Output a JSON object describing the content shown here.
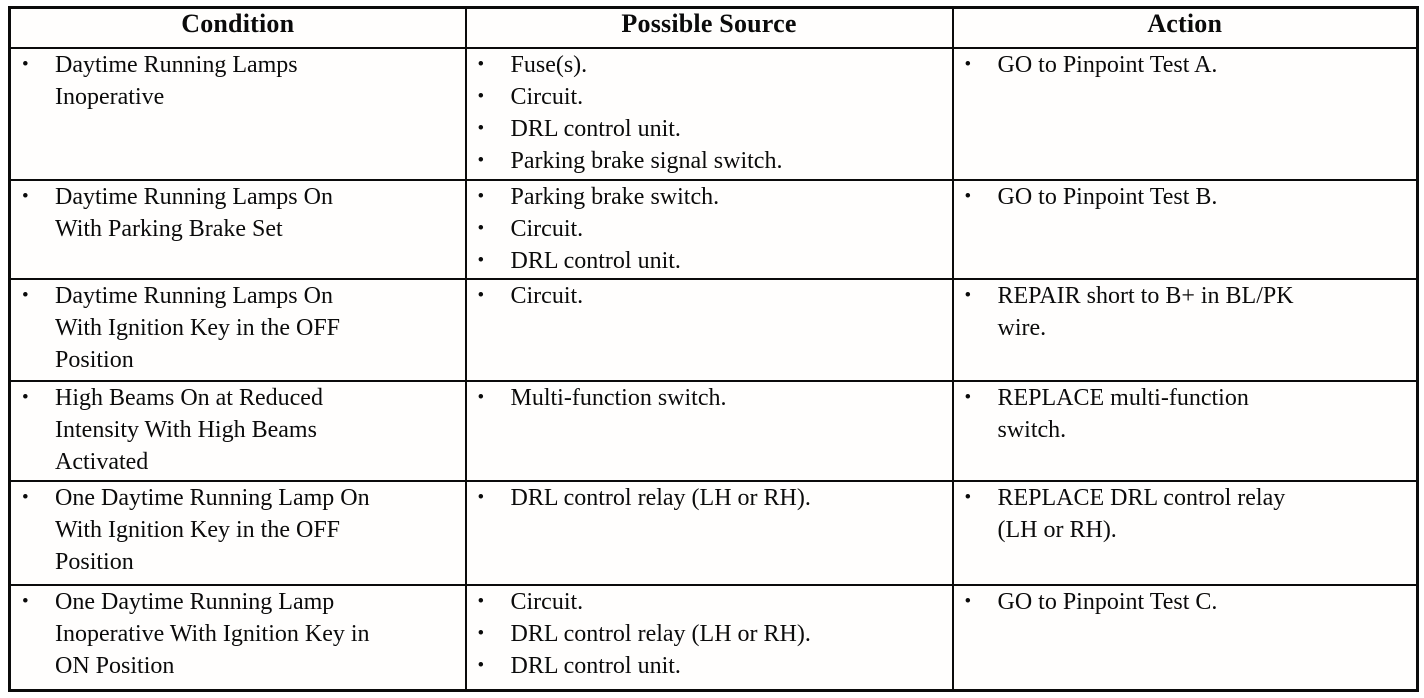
{
  "glyphs": {
    "bullet": "•"
  },
  "table": {
    "headers": [
      "Condition",
      "Possible Source",
      "Action"
    ],
    "rows": [
      {
        "condition": "Daytime Running Lamps Inoperative",
        "sources": [
          "Fuse(s).",
          "Circuit.",
          "DRL control unit.",
          "Parking brake signal switch."
        ],
        "action": "GO to Pinpoint Test A."
      },
      {
        "condition": "Daytime Running Lamps On With Parking Brake Set",
        "sources": [
          "Parking brake switch.",
          "Circuit.",
          "DRL control unit."
        ],
        "action": "GO to Pinpoint Test B."
      },
      {
        "condition": "Daytime Running Lamps On With Ignition Key in the OFF Position",
        "sources": [
          "Circuit."
        ],
        "action": "REPAIR short to B+ in BL/PK wire."
      },
      {
        "condition": "High Beams On at Reduced Intensity With High Beams Activated",
        "sources": [
          "Multi-function switch."
        ],
        "action": "REPLACE multi-function switch."
      },
      {
        "condition": "One Daytime Running Lamp On With Ignition Key in the OFF Position",
        "sources": [
          "DRL control relay (LH or RH)."
        ],
        "action": "REPLACE DRL control relay (LH or RH)."
      },
      {
        "condition": "One Daytime Running Lamp Inoperative With Ignition Key in ON Position",
        "sources": [
          "Circuit.",
          "DRL control relay (LH or RH).",
          "DRL control unit."
        ],
        "action": "GO to Pinpoint Test C."
      }
    ]
  }
}
